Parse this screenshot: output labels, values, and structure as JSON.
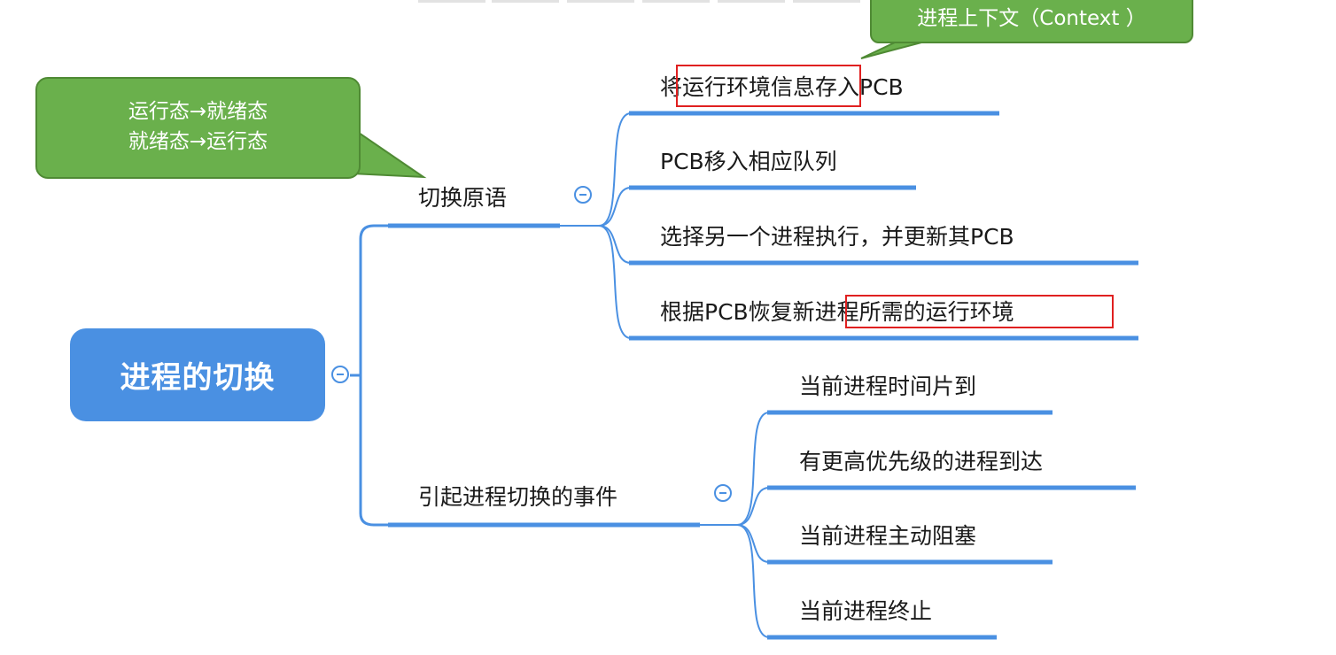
{
  "root": {
    "label": "进程的切换"
  },
  "branches": [
    {
      "label": "切换原语",
      "children": [
        "将运行环境信息存入PCB",
        "PCB移入相应队列",
        "选择另一个进程执行，并更新其PCB",
        "根据PCB恢复新进程所需的运行环境"
      ]
    },
    {
      "label": "引起进程切换的事件",
      "children": [
        "当前进程时间片到",
        "有更高优先级的进程到达",
        "当前进程主动阻塞",
        "当前进程终止"
      ]
    }
  ],
  "callouts": {
    "state": {
      "lines": [
        "运行态→就绪态",
        "就绪态→运行态"
      ]
    },
    "context": {
      "text": "进程上下文（Context ）"
    }
  },
  "colors": {
    "branch": "#4a90e2",
    "callout": "#6ab04c",
    "highlight": "#e02020"
  }
}
